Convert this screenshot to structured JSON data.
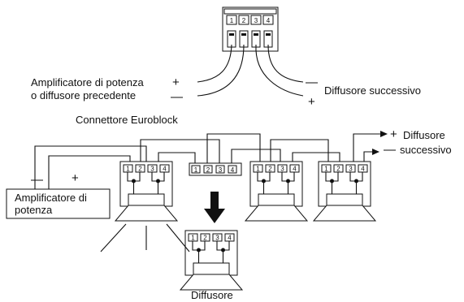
{
  "top_connector": {
    "pins": [
      "1",
      "2",
      "3",
      "4"
    ]
  },
  "top_labels": {
    "source_line1": "Amplificatore di potenza",
    "source_line2": "o diffusore precedente",
    "plus": "+",
    "minus": "—",
    "next_speaker": "Diffusore successivo",
    "next_minus": "—",
    "next_plus": "+"
  },
  "connector_label": "Connettore Euroblock",
  "amplifier": {
    "line1": "Amplificatore di",
    "line2": "potenza",
    "minus": "—",
    "plus": "+"
  },
  "right_output": {
    "plus": "+",
    "minus": "—",
    "line1": "Diffusore",
    "line2": "successivo"
  },
  "speaker_label": "Diffusore",
  "colors": {
    "ink": "#111111",
    "background": "#ffffff"
  }
}
